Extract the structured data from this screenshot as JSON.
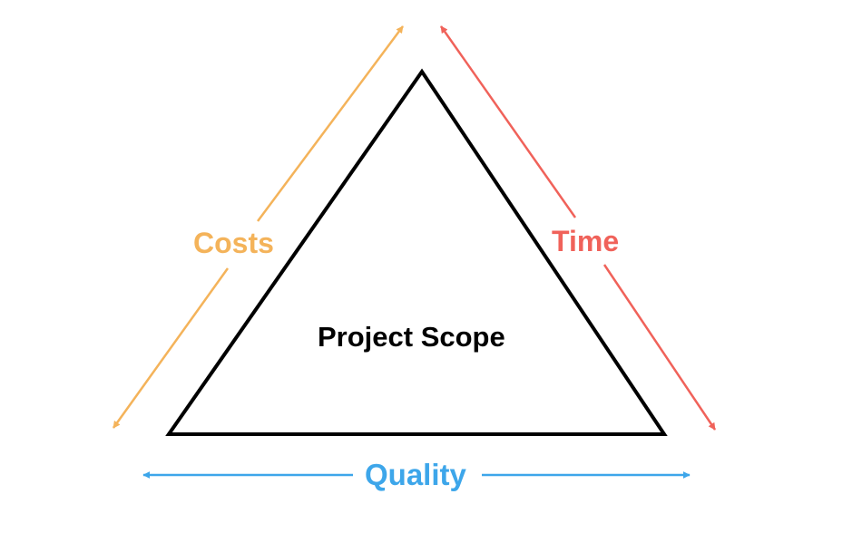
{
  "diagram": {
    "center_label": "Project Scope",
    "constraints": {
      "costs": {
        "label": "Costs",
        "color": "#F4B35A"
      },
      "time": {
        "label": "Time",
        "color": "#F0625A"
      },
      "quality": {
        "label": "Quality",
        "color": "#3DA6EA"
      }
    },
    "triangle_color": "#000000"
  }
}
